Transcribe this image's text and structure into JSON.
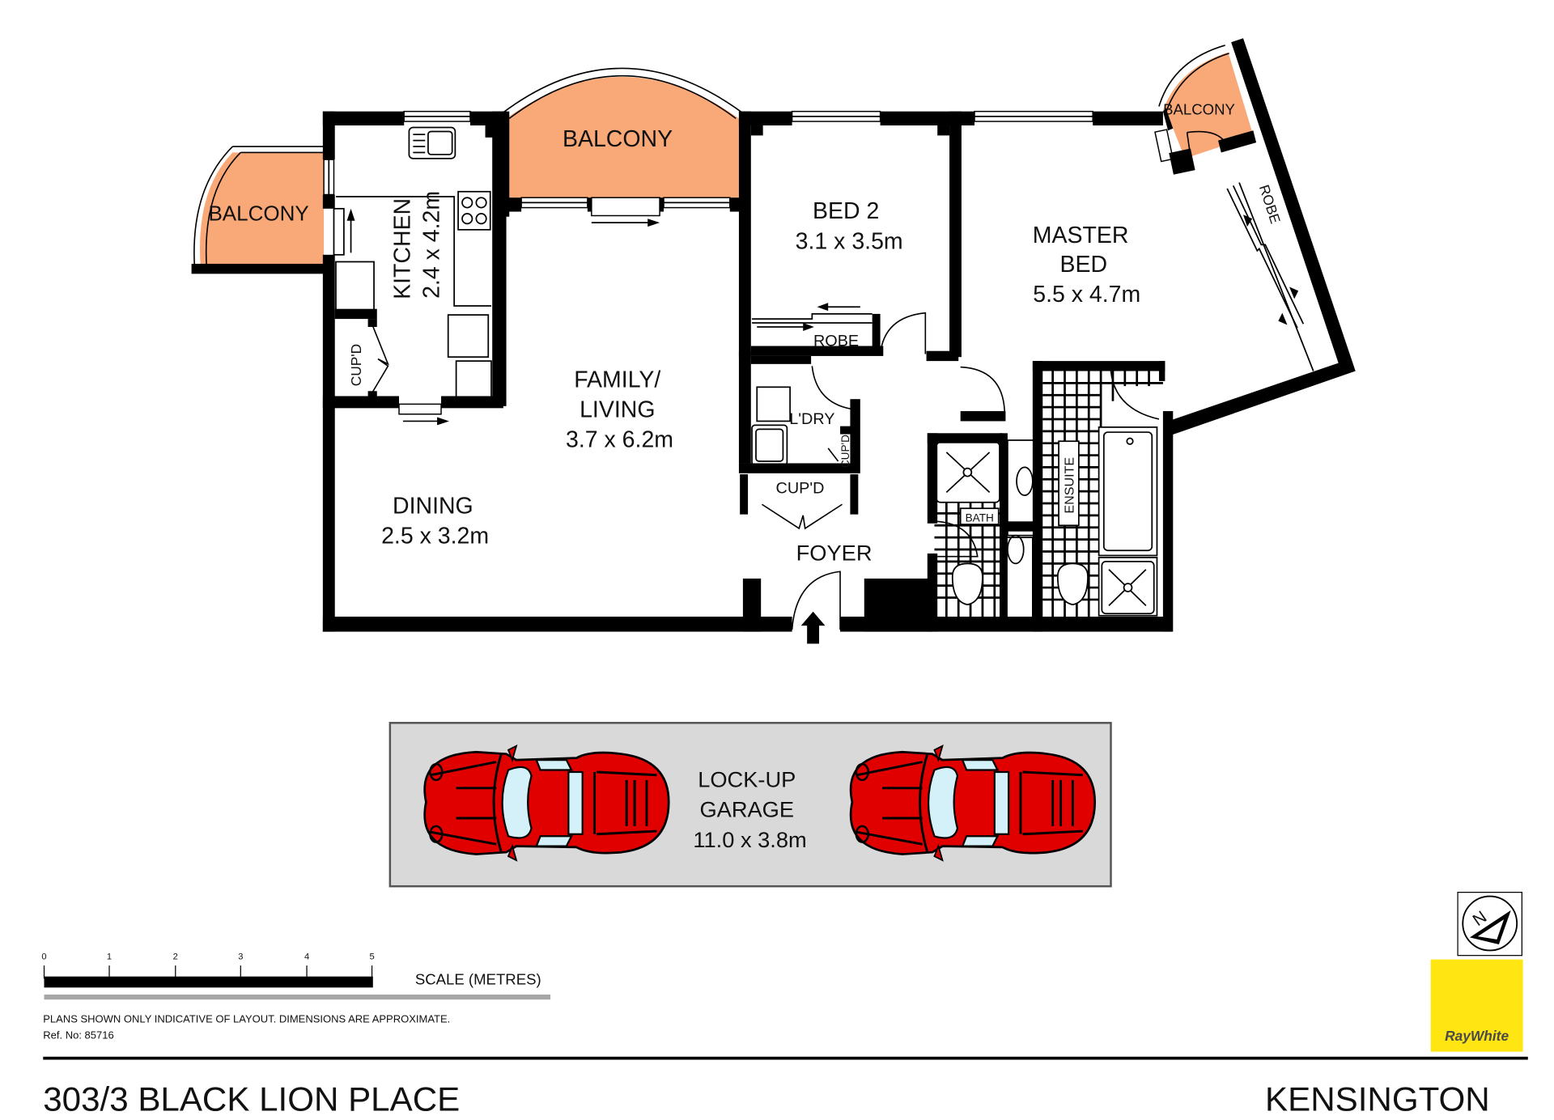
{
  "property": {
    "address": "303/3 BLACK LION PLACE",
    "suburb": "KENSINGTON",
    "ref_no": "Ref. No: 85716",
    "disclaimer": "PLANS SHOWN ONLY INDICATIVE OF LAYOUT.  DIMENSIONS ARE APPROXIMATE."
  },
  "rooms": {
    "balcony_kitchen": {
      "name": "BALCONY"
    },
    "balcony_living": {
      "name": "BALCONY"
    },
    "balcony_master": {
      "name": "BALCONY"
    },
    "kitchen": {
      "name": "KITCHEN",
      "size": "2.4 x 4.2m"
    },
    "family_living": {
      "name_line1": "FAMILY/",
      "name_line2": "LIVING",
      "size": "3.7 x 6.2m"
    },
    "dining": {
      "name": "DINING",
      "size": "2.5 x 3.2m"
    },
    "bed2": {
      "name": "BED 2",
      "size": "3.1 x 3.5m"
    },
    "bed2_robe": {
      "name": "ROBE"
    },
    "master_bed": {
      "name_line1": "MASTER",
      "name_line2": "BED",
      "size": "5.5 x 4.7m"
    },
    "master_robe": {
      "name": "ROBE"
    },
    "laundry": {
      "name": "L'DRY"
    },
    "laundry_cupd": {
      "name": "CUP'D"
    },
    "kitchen_cupd": {
      "name": "CUP'D"
    },
    "foyer_cupd": {
      "name": "CUP'D"
    },
    "foyer": {
      "name": "FOYER"
    },
    "bath": {
      "name": "BATH"
    },
    "ensuite": {
      "name": "ENSUITE"
    },
    "garage": {
      "name_line1": "LOCK-UP",
      "name_line2": "GARAGE",
      "size": "11.0 x 3.8m"
    }
  },
  "scale": {
    "label": "SCALE (METRES)",
    "ticks": [
      "0",
      "1",
      "2",
      "3",
      "4",
      "5"
    ]
  },
  "compass": {
    "letter": "N"
  },
  "brand": {
    "name": "RayWhite",
    "color": "#ffe512"
  },
  "colors": {
    "balcony": "#f9a878",
    "garage_floor": "#d9d9d9",
    "car": "#e00000",
    "car_glass": "#d4f1f9",
    "wall": "#000000"
  }
}
